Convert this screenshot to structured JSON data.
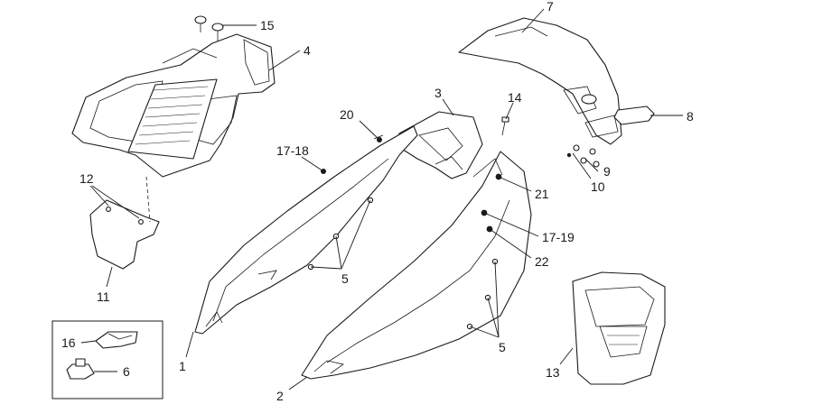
{
  "callouts": [
    {
      "id": "c15",
      "label": "15"
    },
    {
      "id": "c4",
      "label": "4"
    },
    {
      "id": "c7",
      "label": "7"
    },
    {
      "id": "c3",
      "label": "3"
    },
    {
      "id": "c14",
      "label": "14"
    },
    {
      "id": "c8",
      "label": "8"
    },
    {
      "id": "c20",
      "label": "20"
    },
    {
      "id": "c17-18",
      "label": "17-18"
    },
    {
      "id": "c9",
      "label": "9"
    },
    {
      "id": "c10",
      "label": "10"
    },
    {
      "id": "c12",
      "label": "12"
    },
    {
      "id": "c21",
      "label": "21"
    },
    {
      "id": "c17-19",
      "label": "17-19"
    },
    {
      "id": "c22",
      "label": "22"
    },
    {
      "id": "c5a",
      "label": "5"
    },
    {
      "id": "c11",
      "label": "11"
    },
    {
      "id": "c5b",
      "label": "5"
    },
    {
      "id": "c16",
      "label": "16"
    },
    {
      "id": "c6",
      "label": "6"
    },
    {
      "id": "c1",
      "label": "1"
    },
    {
      "id": "c13",
      "label": "13"
    },
    {
      "id": "c2",
      "label": "2"
    }
  ]
}
